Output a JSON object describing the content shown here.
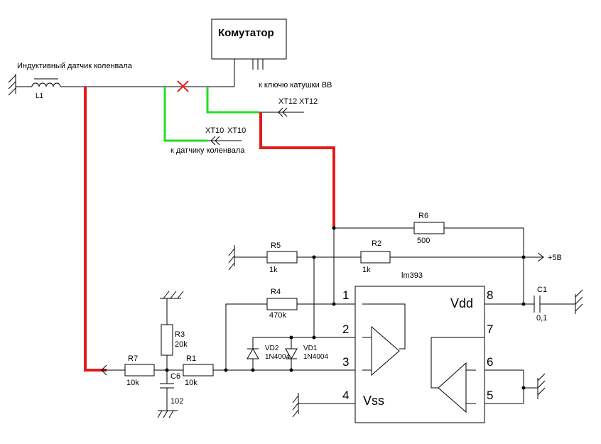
{
  "blocks": {
    "commutator": "Комутатор",
    "ic_name": "lm393",
    "vdd": "Vdd",
    "vss": "Vss"
  },
  "labels": {
    "sensor": "Индуктивный датчик коленвала",
    "inductor": "L1",
    "to_coil_key": "к ключю катушки ВВ",
    "to_crank_sensor": "к датчику коленвала",
    "xt12_a": "XT12",
    "xt12_b": "XT12",
    "xt10_a": "XT10",
    "xt10_b": "XT10",
    "plus5v": "+5В"
  },
  "components": {
    "r1": {
      "ref": "R1",
      "value": "10k"
    },
    "r2": {
      "ref": "R2",
      "value": "1k"
    },
    "r3": {
      "ref": "R3",
      "value": "20k"
    },
    "r4": {
      "ref": "R4",
      "value": "470k"
    },
    "r5": {
      "ref": "R5",
      "value": "1k"
    },
    "r6": {
      "ref": "R6",
      "value": "500"
    },
    "r7": {
      "ref": "R7",
      "value": "10k"
    },
    "c1": {
      "ref": "C1",
      "value": "0,1"
    },
    "c6": {
      "ref": "C6",
      "value": "102"
    },
    "vd1": {
      "ref": "VD1",
      "value": "1N4004"
    },
    "vd2": {
      "ref": "VD2",
      "value": "1N4004"
    }
  },
  "pins": {
    "p1": "1",
    "p2": "2",
    "p3": "3",
    "p4": "4",
    "p5": "5",
    "p6": "6",
    "p7": "7",
    "p8": "8"
  },
  "colors": {
    "added_wire": "#e41b1b",
    "rerouted_wire": "#22dd22",
    "cut_mark": "#e41b1b"
  }
}
